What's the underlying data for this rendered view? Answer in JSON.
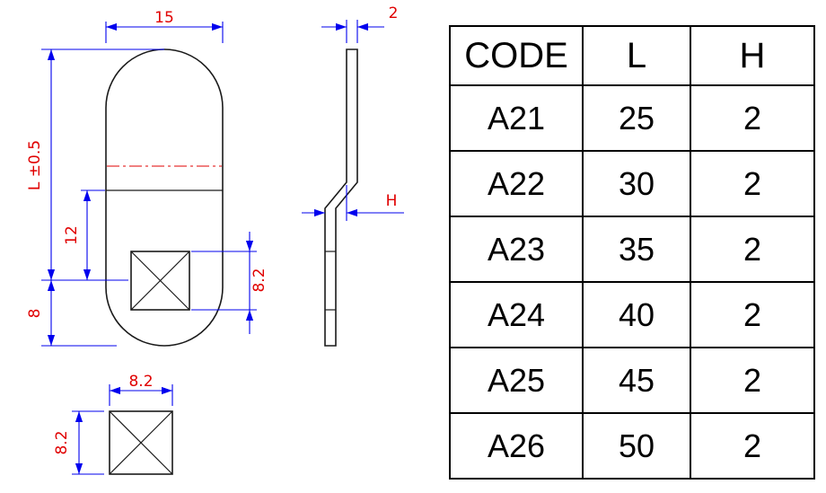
{
  "drawing": {
    "front_view": {
      "width_dim": "15",
      "length_dim": "L ±0.5",
      "hole_offset_dim": "12",
      "bottom_offset_dim": "8",
      "hole_size_dim": "8.2"
    },
    "side_view": {
      "thickness_dim": "2",
      "offset_dim": "H"
    },
    "detail_view": {
      "width_dim": "8.2",
      "height_dim": "8.2"
    },
    "colors": {
      "outline": "#000000",
      "dimension_lines": "#0000ee",
      "dimension_text": "#e00000"
    }
  },
  "table": {
    "headers": [
      "CODE",
      "L",
      "H"
    ],
    "rows": [
      [
        "A21",
        "25",
        "2"
      ],
      [
        "A22",
        "30",
        "2"
      ],
      [
        "A23",
        "35",
        "2"
      ],
      [
        "A24",
        "40",
        "2"
      ],
      [
        "A25",
        "45",
        "2"
      ],
      [
        "A26",
        "50",
        "2"
      ]
    ]
  }
}
